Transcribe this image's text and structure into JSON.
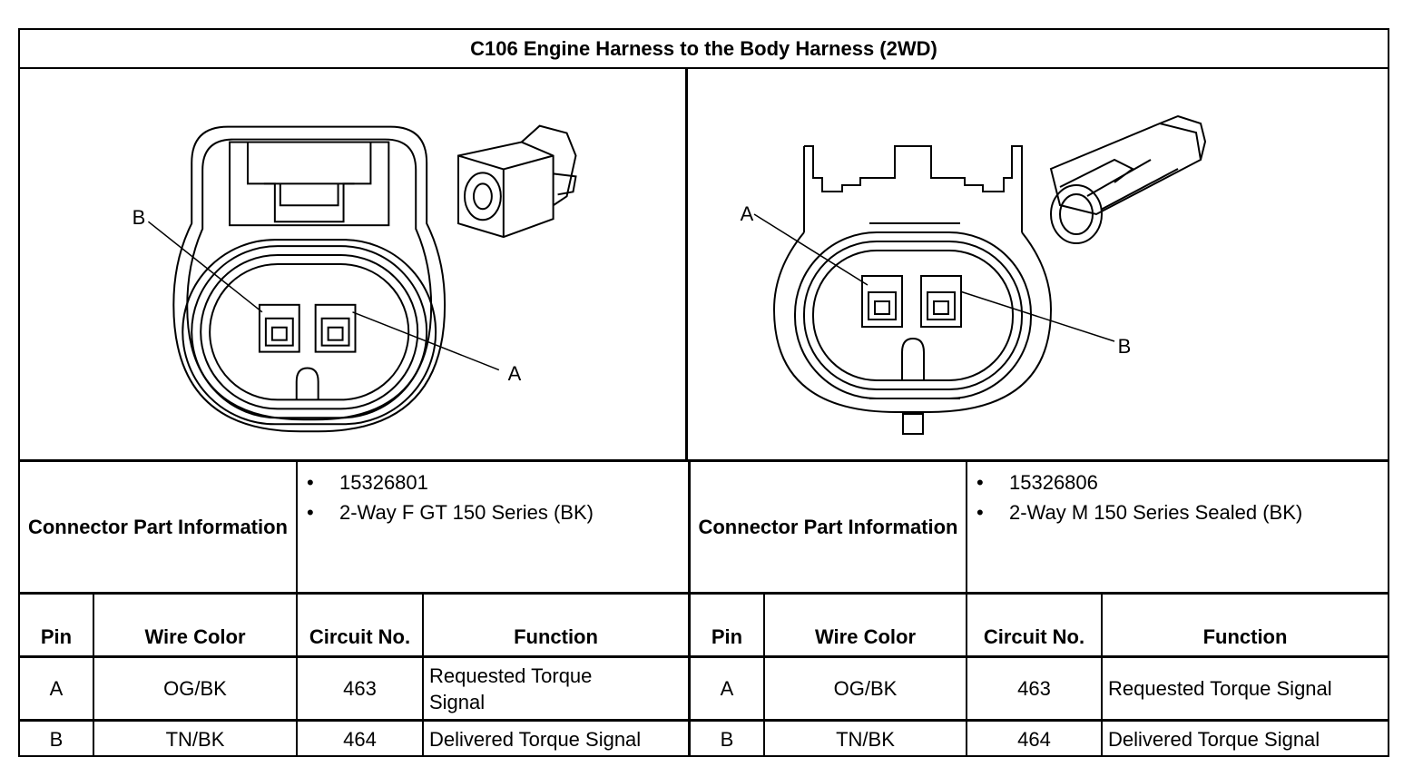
{
  "title": "C106 Engine Harness to the Body Harness (2WD)",
  "left": {
    "diagram_labels": {
      "top": "B",
      "bottom": "A"
    },
    "connector_label": "Connector Part Information",
    "part_info": [
      "15326801",
      "2-Way F GT 150 Series (BK)"
    ],
    "headers": {
      "pin": "Pin",
      "wire_color": "Wire Color",
      "circuit": "Circuit No.",
      "function": "Function"
    },
    "rows": [
      {
        "pin": "A",
        "wire_color": "OG/BK",
        "circuit": "463",
        "function": "Requested Torque Signal"
      },
      {
        "pin": "B",
        "wire_color": "TN/BK",
        "circuit": "464",
        "function": "Delivered Torque Signal"
      }
    ]
  },
  "right": {
    "diagram_labels": {
      "top": "A",
      "bottom": "B"
    },
    "connector_label": "Connector Part Information",
    "part_info": [
      "15326806",
      "2-Way M 150 Series Sealed (BK)"
    ],
    "headers": {
      "pin": "Pin",
      "wire_color": "Wire Color",
      "circuit": "Circuit No.",
      "function": "Function"
    },
    "rows": [
      {
        "pin": "A",
        "wire_color": "OG/BK",
        "circuit": "463",
        "function": "Requested Torque Signal"
      },
      {
        "pin": "B",
        "wire_color": "TN/BK",
        "circuit": "464",
        "function": "Delivered Torque Signal"
      }
    ]
  },
  "bullet_glyph": "•"
}
